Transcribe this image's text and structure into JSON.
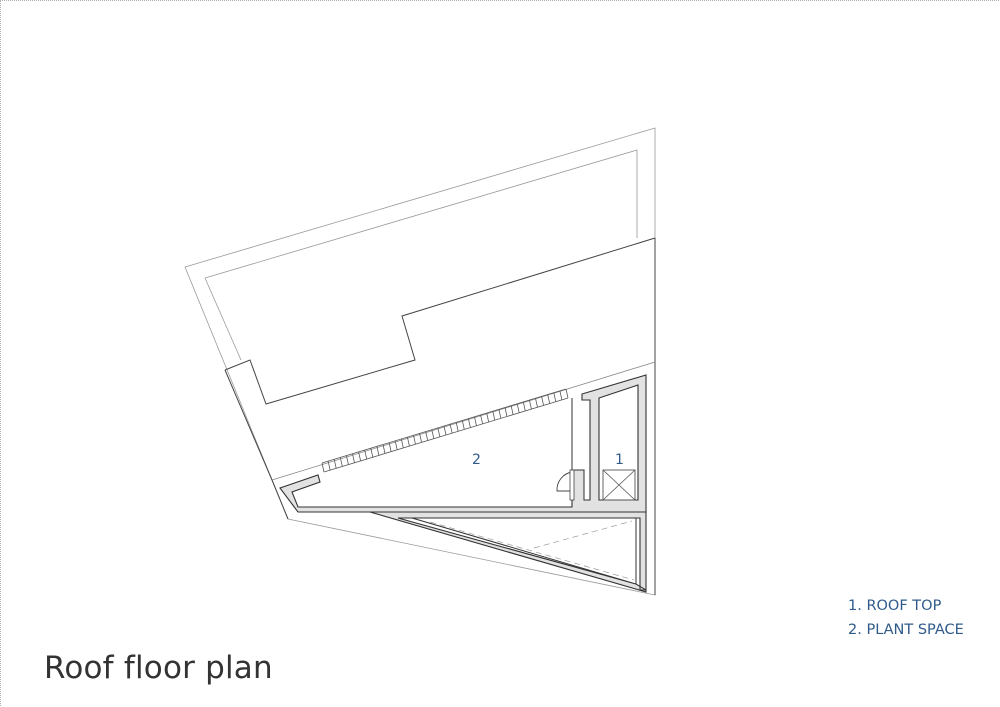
{
  "title": "Roof floor plan",
  "room_labels": {
    "plant_space": "2",
    "roof_top": "1"
  },
  "legend": [
    {
      "text": "1. ROOF TOP"
    },
    {
      "text": "2. PLANT SPACE"
    }
  ],
  "colors": {
    "label": "#2f5a8a",
    "wall_fill": "#e2e2e2",
    "line": "#333333"
  }
}
